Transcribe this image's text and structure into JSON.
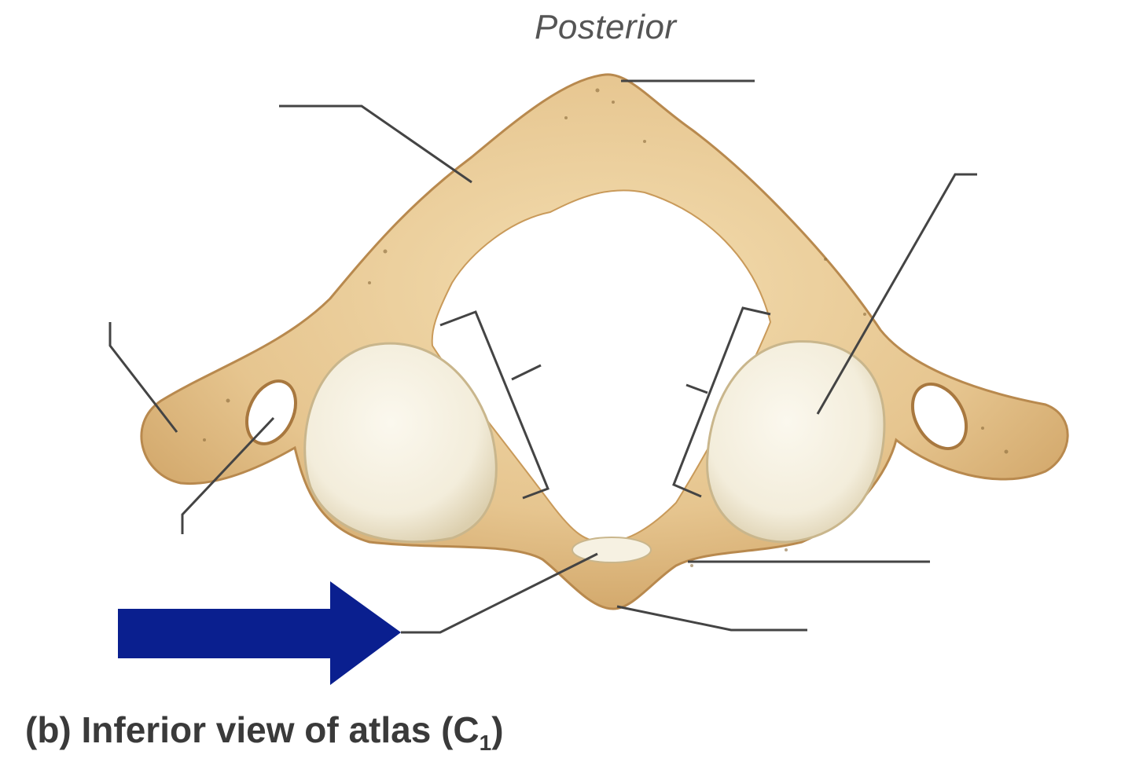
{
  "orientation_label": "Posterior",
  "caption": {
    "prefix": "(b) Inferior view of atlas (C",
    "subscript": "1",
    "suffix": ")"
  },
  "colors": {
    "bone": "#E6C58F",
    "bone_shadow": "#C99A5A",
    "bone_outline": "#B8894E",
    "articular_facet": "#F6F1E2",
    "leader_line": "#444444",
    "arrow": "#0A1F8F"
  },
  "icons": {
    "pointer": "arrow-right-icon"
  }
}
